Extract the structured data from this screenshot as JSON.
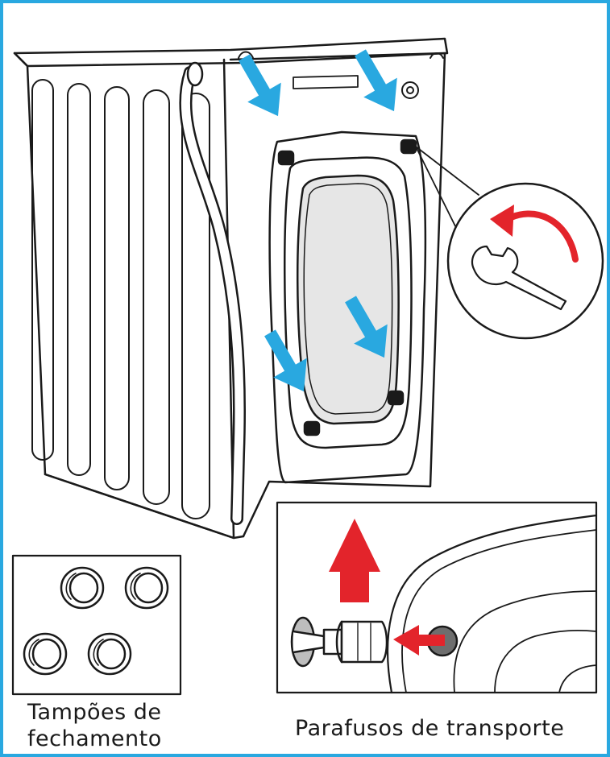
{
  "captions": {
    "caps_line1": "Tampões de",
    "caps_line2": "fechamento",
    "bolts": "Parafusos de transporte"
  },
  "colors": {
    "frame_border": "#29a8e0",
    "arrow_blue": "#29a8e0",
    "arrow_red": "#e3242b",
    "stroke": "#1a1a1a",
    "porthole": "#e6e6e6"
  },
  "icons": [
    "washing-machine",
    "down-arrow",
    "wrench-icon",
    "rotate-arrow-icon",
    "transport-bolt",
    "closing-cap",
    "up-arrow",
    "insert-arrow"
  ]
}
